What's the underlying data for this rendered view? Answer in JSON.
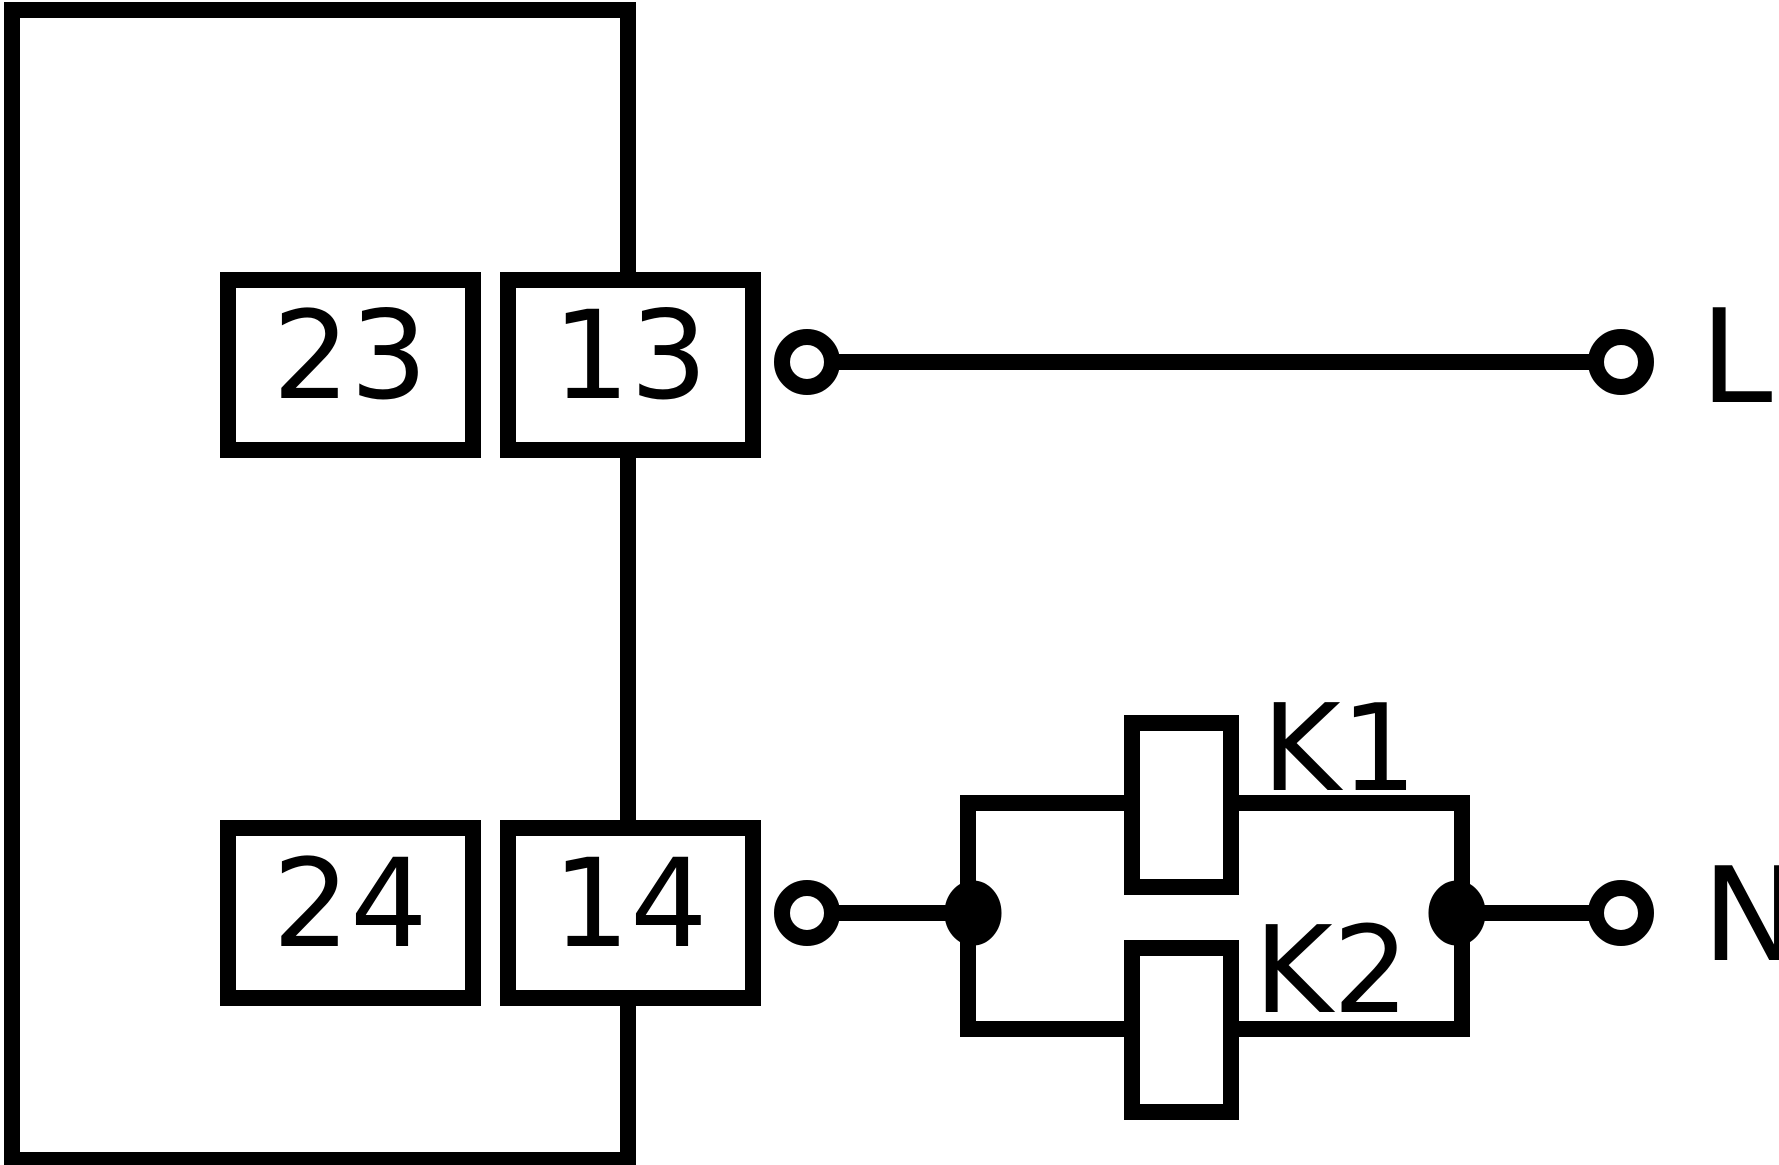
{
  "diagram": {
    "terminals": {
      "t23": "23",
      "t13": "13",
      "t24": "24",
      "t14": "14"
    },
    "coils": {
      "k1": "K1",
      "k2": "K2"
    },
    "supply": {
      "line": "L",
      "neutral": "N"
    }
  }
}
